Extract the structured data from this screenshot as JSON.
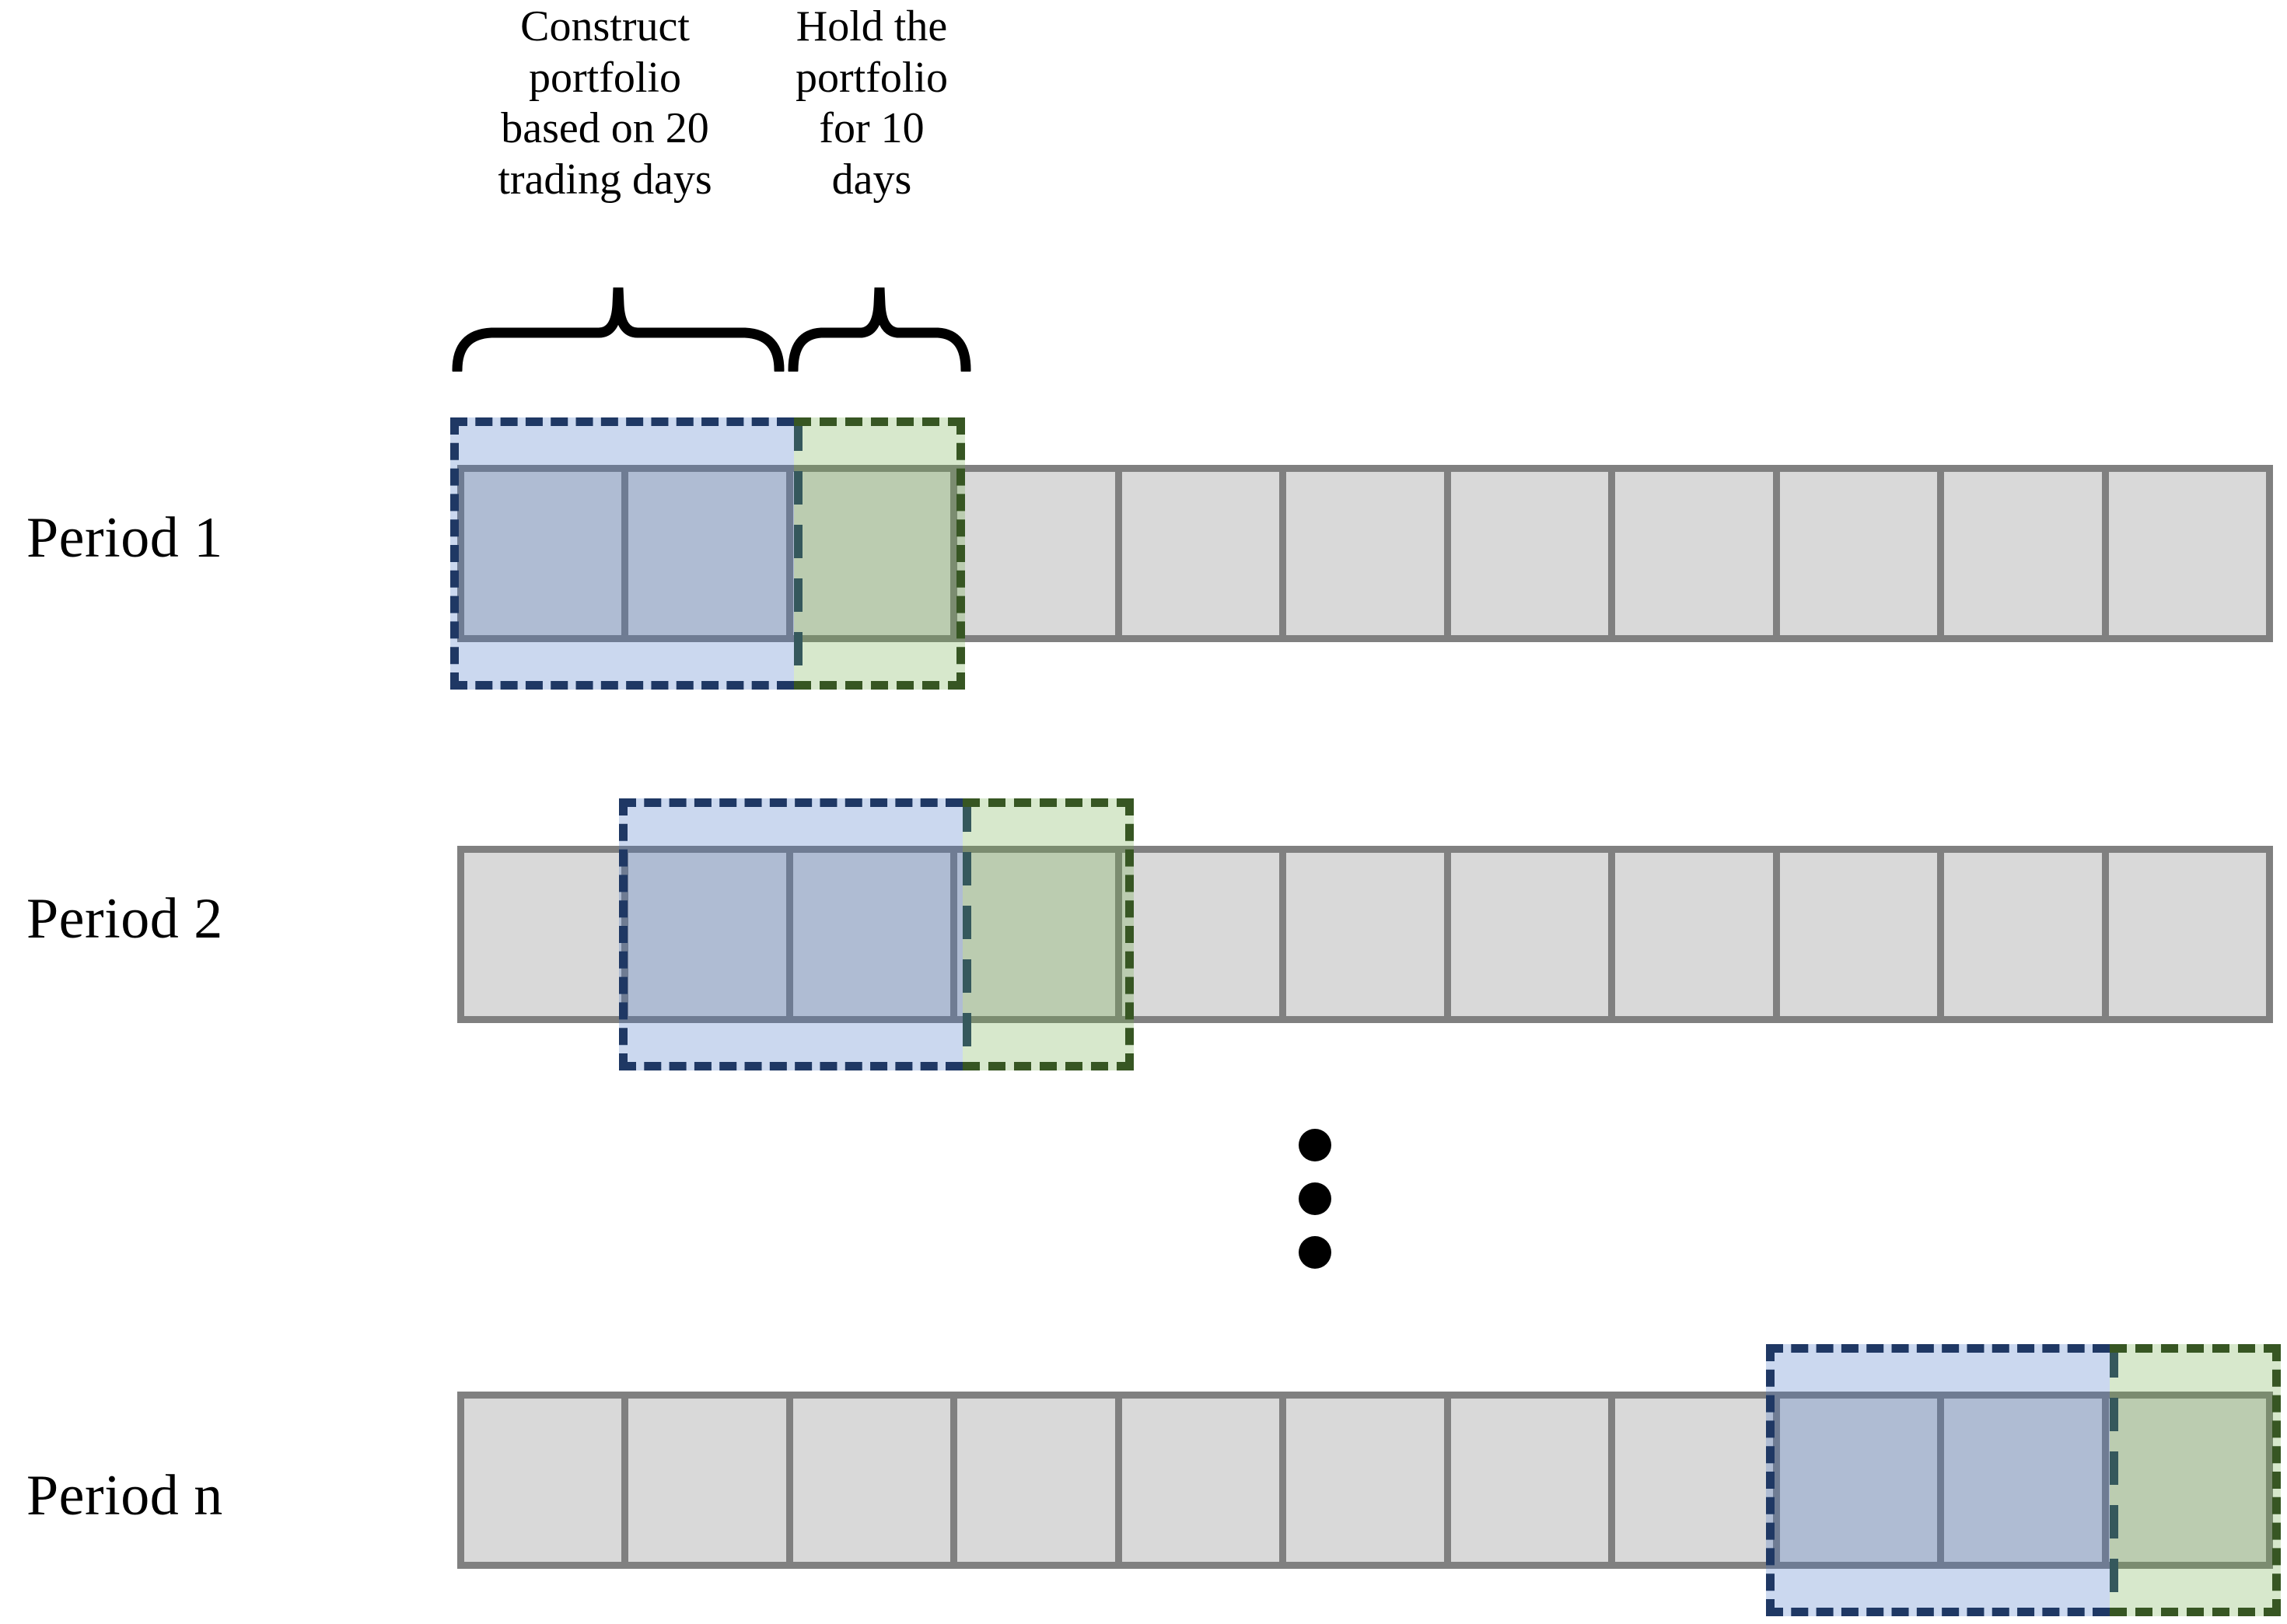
{
  "annotations": {
    "construct_caption": "Construct\nportfolio\nbased on 20\ntrading days",
    "hold_caption": "Hold the\nportfolio\nfor 10\ndays"
  },
  "rows": [
    {
      "label": "Period 1"
    },
    {
      "label": "Period 2"
    },
    {
      "label": "Period n"
    }
  ],
  "ellipsis": {
    "symbol": ""
  },
  "chart_data": {
    "type": "table",
    "title": "Rolling window portfolio construction and holding schedule",
    "cells_per_row": 11,
    "formation_window_cells": 2,
    "holding_window_cells": 1,
    "formation_window_days": 20,
    "holding_window_days": 10,
    "rows": [
      {
        "label": "Period 1",
        "formation_start_cell": 1,
        "formation_end_cell": 2,
        "holding_cell": 3
      },
      {
        "label": "Period 2",
        "formation_start_cell": 2,
        "formation_end_cell": 3,
        "holding_cell": 4
      },
      {
        "label": "Period n",
        "formation_start_cell": 9,
        "formation_end_cell": 10,
        "holding_cell": 11
      }
    ],
    "colors": {
      "cell_fill": "#d9d9d9",
      "cell_border": "#808080",
      "formation_fill": "#c5d5ef",
      "formation_border": "#1f3864",
      "holding_fill": "#d4e3c8",
      "holding_border": "#375623",
      "text": "#000000"
    }
  }
}
